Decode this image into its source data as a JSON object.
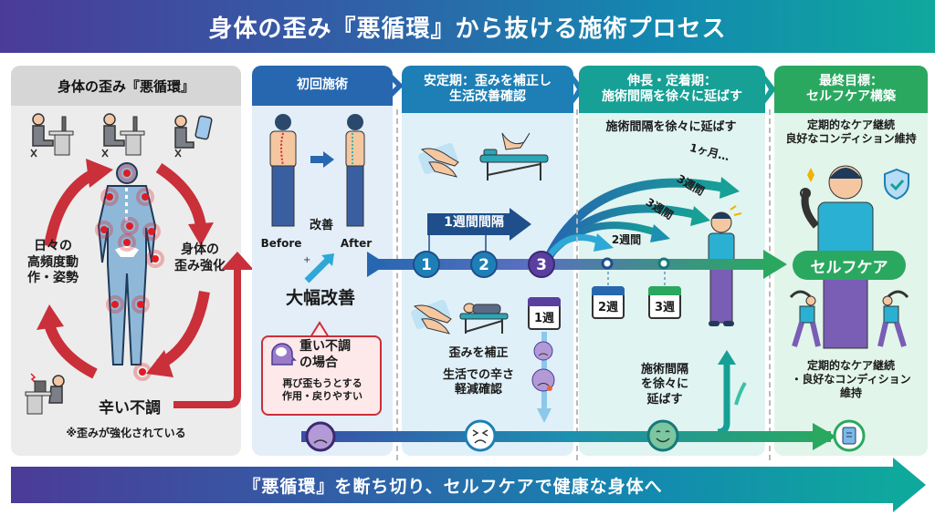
{
  "title": "身体の歪み『悪循環』から抜ける施術プロセス",
  "left_panel": {
    "header": "身体の歪み『悪循環』",
    "cycle_labels": {
      "left": [
        "日々の",
        "高頻度動",
        "作・姿勢"
      ],
      "right": [
        "身体の",
        "歪み強化"
      ],
      "bottom": "辛い不調"
    },
    "note": "※歪みが強化されている",
    "icons": [
      "desk-worker-icon",
      "desk-worker-icon",
      "smartphone-user-icon",
      "body-pain-points-icon",
      "stressed-worker-icon"
    ]
  },
  "stages": [
    {
      "header": [
        "初回施術"
      ],
      "before_label": "Before",
      "after_label": "After",
      "improve_label": "改善",
      "result": "大幅改善",
      "warning": {
        "title": [
          "重い不調",
          "の場合"
        ],
        "body": [
          "再び歪もうとする",
          "作用・戻りやすい"
        ]
      },
      "mood": "distressed"
    },
    {
      "header": [
        "安定期：歪みを補正し",
        "生活改善確認"
      ],
      "interval_label": "1週間間隔",
      "steps": [
        "1",
        "2",
        "3"
      ],
      "calendar": "1週",
      "captions": [
        "歪みを補正",
        "生活での辛さ",
        "軽減確認"
      ],
      "mood": "uncomfortable"
    },
    {
      "header": [
        "伸長・定着期：",
        "施術間隔を徐々に延ばす"
      ],
      "subtitle": "施術間隔を徐々に延ばす",
      "interval_arrows": [
        "1ヶ月…",
        "3週間",
        "3週間",
        "2週間"
      ],
      "calendars": [
        "2週",
        "3週"
      ],
      "caption": [
        "施術間隔",
        "を徐々に",
        "延ばす"
      ],
      "mood": "happy"
    },
    {
      "header": [
        "最終目標：",
        "セルフケア構築"
      ],
      "subtitle": [
        "定期的なケア継続",
        "良好なコンディション維持"
      ],
      "pill": "セルフケア",
      "caption": [
        "定期的なケア継続",
        "・良好なコンディション",
        "維持"
      ],
      "end_icon": "clipboard-icon"
    }
  ],
  "footer": "『悪循環』を断ち切り、セルフケアで健康な身体へ",
  "colors": {
    "purple": "#4b3b98",
    "blue": "#2667b0",
    "teal": "#17a095",
    "green": "#2aa860",
    "red": "#c9303a"
  }
}
